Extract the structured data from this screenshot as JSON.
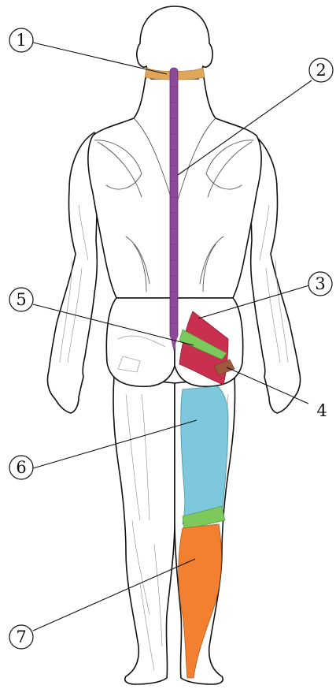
{
  "labels": [
    {
      "id": "1",
      "text": "1",
      "color": "#E0A65A"
    },
    {
      "id": "2",
      "text": "2",
      "color": "#8E4A9A"
    },
    {
      "id": "3",
      "text": "3",
      "color": "#C9304F"
    },
    {
      "id": "4",
      "text": "4",
      "color": "#A0583C"
    },
    {
      "id": "5",
      "text": "5",
      "color": "#7CC85A"
    },
    {
      "id": "6",
      "text": "6",
      "color": "#7DC8DC"
    },
    {
      "id": "7",
      "text": "7",
      "color": "#F28030"
    }
  ]
}
